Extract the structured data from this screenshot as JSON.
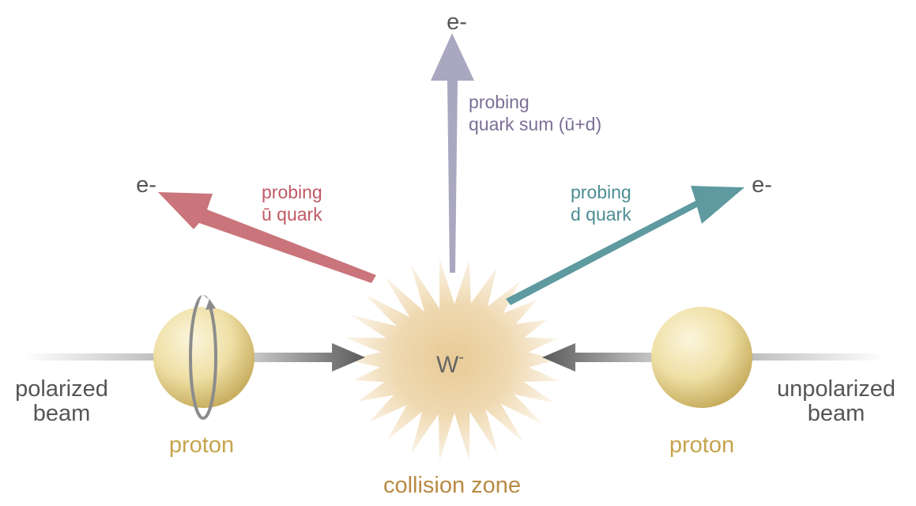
{
  "labels": {
    "electron": "e-",
    "boson_base": "W",
    "boson_charge": "-",
    "probe_center_line1": "probing",
    "probe_center_line2": "quark sum (ū+d)",
    "probe_left_line1": "probing",
    "probe_left_line2": "ū quark",
    "probe_right_line1": "probing",
    "probe_right_line2": "d quark",
    "left_beam_line1": "polarized",
    "left_beam_line2": "beam",
    "right_beam_line1": "unpolarized",
    "right_beam_line2": "beam",
    "proton": "proton",
    "collision": "collision zone"
  },
  "colors": {
    "left_arrow": "#c9757b",
    "center_arrow": "#aaa7c0",
    "right_arrow": "#5e9aa0",
    "left_text": "#c05a63",
    "center_text": "#7b6f96",
    "right_text": "#4b8d93",
    "proton_fill": "#efe0a6",
    "proton_text": "#c6a44c",
    "collision_text": "#b98a44",
    "beam_arrow": "#666666",
    "beam_text": "#555555"
  },
  "icons": {
    "spin": "circular-spin-arrow-icon",
    "collision": "starburst-icon"
  }
}
